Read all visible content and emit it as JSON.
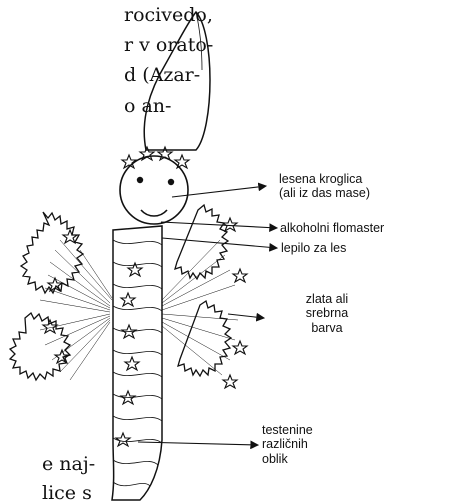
{
  "body_text": {
    "top_lines": [
      "rocivedo,",
      "r v orato-",
      "d (Azar-",
      "o an-"
    ],
    "bottom_lines": [
      "e naj-",
      "lice s"
    ]
  },
  "labels": {
    "wooden_ball_line1": "lesena kroglica",
    "wooden_ball_line2": "(ali iz das mase)",
    "marker": "alkoholni flomaster",
    "glue": "lepilo za les",
    "paint_line1": "zlata ali",
    "paint_line2": "srebrna",
    "paint_line3": "barva",
    "pasta_line1": "testenine",
    "pasta_line2": "različnih",
    "pasta_line3": "oblik"
  },
  "colors": {
    "ink": "#111111",
    "paper": "#ffffff"
  }
}
